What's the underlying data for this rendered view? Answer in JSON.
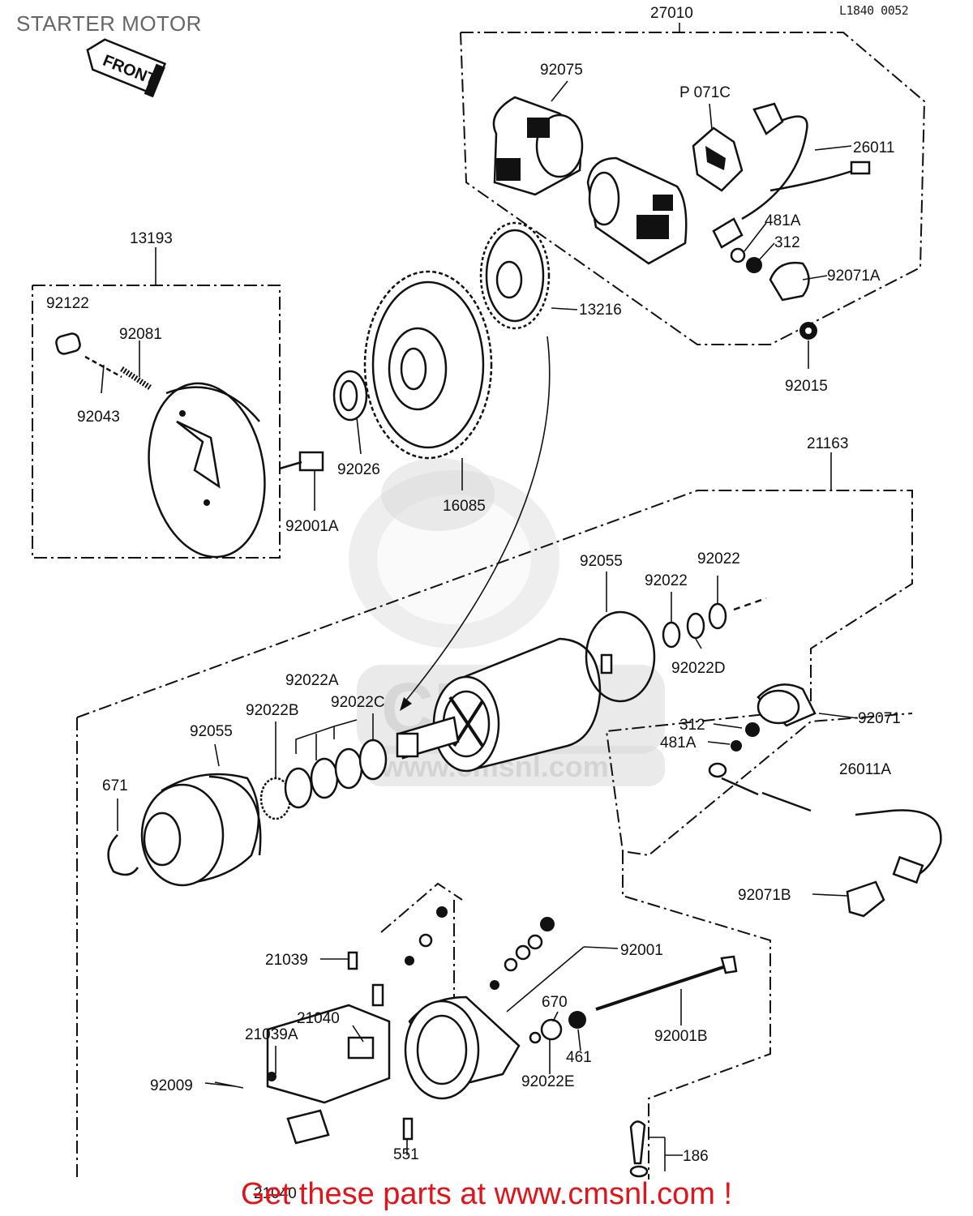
{
  "title": "STARTER MOTOR",
  "reference_code": "L1840 0052",
  "front_tag": "FRONT",
  "watermark": {
    "brand": "CMS",
    "url": "www.cmsnl.com"
  },
  "footer": "Get these parts at www.cmsnl.com !",
  "parts": {
    "p27010": "27010",
    "p92075": "92075",
    "p071c": "P 071C",
    "p26011": "26011",
    "p481a_top": "481A",
    "p312_top": "312",
    "p92071a": "92071A",
    "p92015": "92015",
    "p13216": "13216",
    "p13193": "13193",
    "p92122": "92122",
    "p92081": "92081",
    "p92043": "92043",
    "p92026": "92026",
    "p16085": "16085",
    "p92001a": "92001A",
    "p21163": "21163",
    "p92055_right": "92055",
    "p92022_a": "92022",
    "p92022_b": "92022",
    "p92022d": "92022D",
    "p92022a": "92022A",
    "p92022b": "92022B",
    "p92022c": "92022C",
    "p92055_left": "92055",
    "p671": "671",
    "p312_mid": "312",
    "p481a_mid": "481A",
    "p92071": "92071",
    "p26011a": "26011A",
    "p92071b": "92071B",
    "p21039": "21039",
    "p92001": "92001",
    "p670": "670",
    "p21040": "21040",
    "p21039a": "21039A",
    "p92001b": "92001B",
    "p461": "461",
    "p92009": "92009",
    "p92022e": "92022E",
    "p551": "551",
    "p186": "186",
    "p21040_bottom": "21040"
  }
}
